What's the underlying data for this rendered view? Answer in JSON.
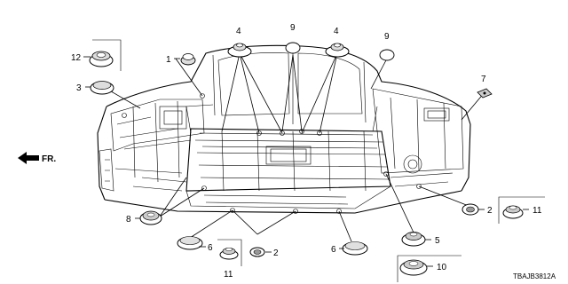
{
  "diagram": {
    "front_arrow_label": "FR.",
    "reference_code": "TBAJB3812A",
    "callouts": [
      {
        "id": "c12",
        "label": "12",
        "part": "grommet-large-cap"
      },
      {
        "id": "c1",
        "label": "1",
        "part": "grommet-small-plug"
      },
      {
        "id": "c3",
        "label": "3",
        "part": "grommet-flat-cap"
      },
      {
        "id": "c4a",
        "label": "4",
        "part": "grommet-flanged-plug"
      },
      {
        "id": "c9a",
        "label": "9",
        "part": "grommet-oval-seal"
      },
      {
        "id": "c4b",
        "label": "4",
        "part": "grommet-flanged-plug"
      },
      {
        "id": "c9b",
        "label": "9",
        "part": "grommet-oval-seal"
      },
      {
        "id": "c7",
        "label": "7",
        "part": "grommet-tab-seal"
      },
      {
        "id": "c8",
        "label": "8",
        "part": "grommet-round-cap"
      },
      {
        "id": "c6a",
        "label": "6",
        "part": "grommet-oval-cap"
      },
      {
        "id": "c11a",
        "label": "11",
        "part": "grommet-stepped-cap"
      },
      {
        "id": "c2a",
        "label": "2",
        "part": "grommet-ring"
      },
      {
        "id": "c6b",
        "label": "6",
        "part": "grommet-oval-cap"
      },
      {
        "id": "c5",
        "label": "5",
        "part": "grommet-dome-cap"
      },
      {
        "id": "c10",
        "label": "10",
        "part": "grommet-large-dome"
      },
      {
        "id": "c2b",
        "label": "2",
        "part": "grommet-ring"
      },
      {
        "id": "c11b",
        "label": "11",
        "part": "grommet-stepped-cap"
      }
    ]
  }
}
